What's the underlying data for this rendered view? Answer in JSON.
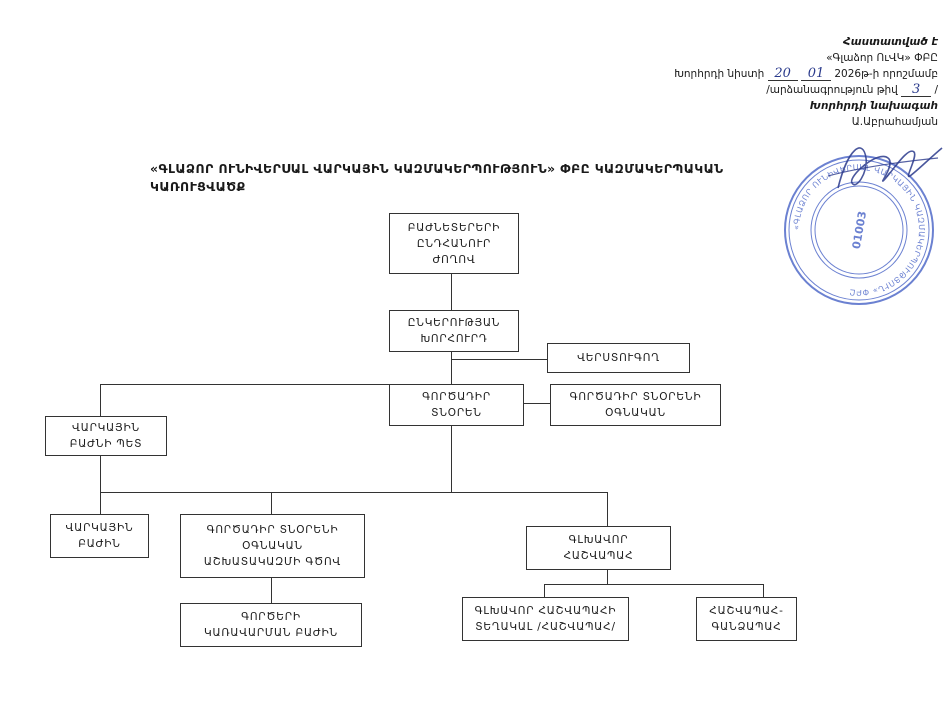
{
  "approval": {
    "approved": "Հաստատված է",
    "company": "«Գլաձոր ՈւՎԿ» ՓԲԸ",
    "board_meeting_prefix": "Խորհրդի նիստի",
    "day": "20",
    "month": "01",
    "year_decision": "2026թ-ի որոշմամբ",
    "protocol_prefix": "/արձանագրություն թիվ",
    "protocol_number": "3",
    "protocol_suffix": "/",
    "chair_title": "Խորհրդի նախագահ",
    "chair_name": "Ա.Աբրահամյան"
  },
  "title": "«ԳԼԱՁՈՐ ՈՒՆԻՎԵՐՍԱԼ ՎԱՐԿԱՅԻՆ ԿԱԶՄԱԿԵՐՊՈՒԹՅՈՒՆ» ՓԲԸ ԿԱԶՄԱԿԵՐՊԱԿԱՆ ԿԱՌՈՒՑՎԱԾՔ",
  "org": {
    "shareholders": "ԲԱԺՆԵՏԵՐԵՐԻ\nԸՆԴՀԱՆՈՒՐ\nԺՈՂՈՎ",
    "board": "ԸՆԿԵՐՈՒԹՅԱՆ\nԽՈՐՀՈՒՐԴ",
    "auditor": "ՎԵՐՍՏՈՒԳՈՂ",
    "executive_director": "ԳՈՐԾԱԴԻՐ\nՏՆՕՐԵՆ",
    "deputy_director": "ԳՈՐԾԱԴԻՐ ՏՆՕՐԵՆԻ\nՕԳՆԱԿԱՆ",
    "credit_head": "ՎԱՐԿԱՅԻՆ\nԲԱԺՆԻ ՊԵՏ",
    "credit_department": "ՎԱՐԿԱՅԻՆ\nԲԱԺԻՆ",
    "assistant_director_assistant": "ԳՈՐԾԱԴԻՐ ՏՆՕՐԵՆԻ\nՕԳՆԱԿԱՆ\nԱՇԽԱՏԱԿԱԶՄԻ ԳԾՈՎ",
    "affairs_department": "ԳՈՐԾԵՐԻ\nԿԱՌԱՎԱՐՄԱՆ ԲԱԺԻՆ",
    "chief_accountant": "ԳԼԽԱՎՈՐ\nՀԱՇՎԱՊԱՀ",
    "deputy_chief_accountant": "ԳԼԽԱՎՈՐ ՀԱՇՎԱՊԱՀԻ\nՏԵՂԱԿԱԼ /ՀԱՇՎԱՊԱՀ/",
    "accountant_cashier": "ՀԱՇՎԱՊԱՀ-\nԳԱՆՁԱՊԱՀ"
  },
  "stamp": {
    "text_ring": "«ԳԼԱՁՈՐ ՈՒՆԻՎԵՐՍԱԼ ՎԱՐԿԱՅԻՆ ԿԱԶՄԱԿԵՐՊՈՒԹՅՈՒՆ» ՓԲԸ",
    "number": "01003"
  },
  "colors": {
    "stamp": "#3a57c2",
    "signature": "#2a3a8c",
    "lines": "#333333"
  }
}
